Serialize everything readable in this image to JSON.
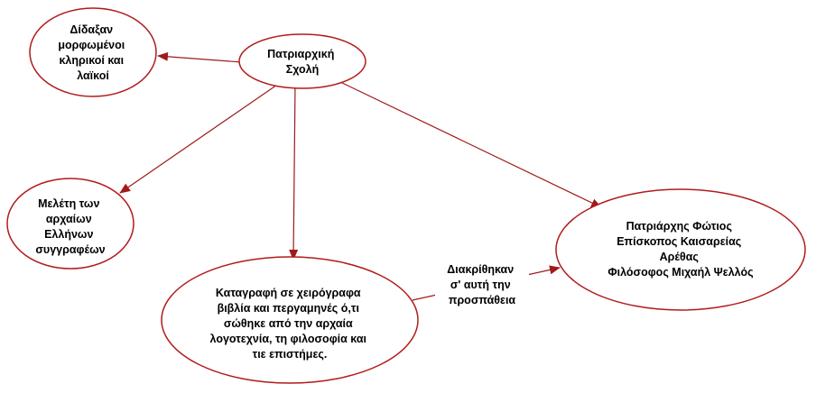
{
  "colors": {
    "node_border": "#b11b1b",
    "edge": "#a01a1a",
    "node_fill": "#ffffff",
    "text": "#000000"
  },
  "nodes": {
    "school": {
      "lines": [
        "Πατριαρχική",
        "Σχολή"
      ]
    },
    "taught": {
      "lines": [
        "Δίδαξαν",
        "μορφωμένοι",
        "κληρικοί και",
        "λαϊκοί"
      ]
    },
    "study": {
      "lines": [
        "Μελέτη των",
        "αρχαίων",
        "Ελλήνων",
        "συγγραφέων"
      ]
    },
    "copying": {
      "lines": [
        "Καταγραφή σε χειρόγραφα",
        "βιβλία και περγαμηνές ό,τι",
        "σώθηκε από την αρχαία",
        "λογοτεχνία, τη φιλοσοφία και",
        "τιε επιστήμες."
      ]
    },
    "scholars": {
      "lines": [
        "Πατριάρχης Φώτιος",
        "Επίσκοπος Καισαρείας",
        "Αρέθας",
        "Φιλόσοφος Μιχαήλ Ψελλός"
      ]
    }
  },
  "edges": {
    "copying_to_scholars_label": {
      "lines": [
        "Διακρίθηκαν",
        "σ' αυτή την",
        "προσπάθεια"
      ]
    }
  }
}
